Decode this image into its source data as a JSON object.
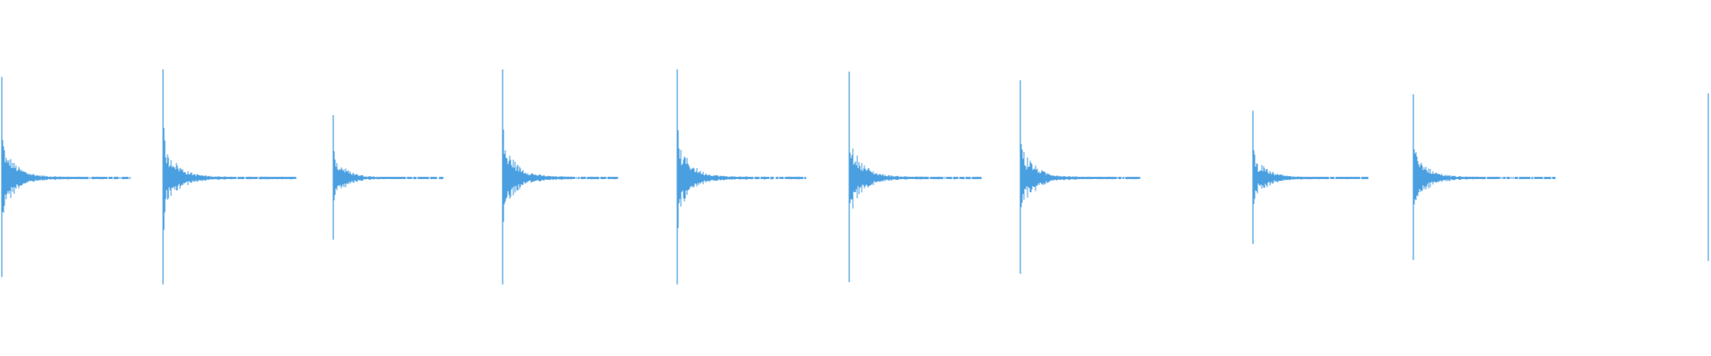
{
  "waveform": {
    "color": "#4a9fe0",
    "background": "#ffffff",
    "transients": [
      {
        "peak": 0.93
      },
      {
        "peak": 1.0
      },
      {
        "peak": 0.58
      },
      {
        "peak": 1.0
      },
      {
        "peak": 1.0
      },
      {
        "peak": 0.98
      },
      {
        "peak": 0.9
      },
      {
        "peak": 0.62
      },
      {
        "peak": 0.77
      },
      {
        "peak": 0.78
      }
    ]
  }
}
